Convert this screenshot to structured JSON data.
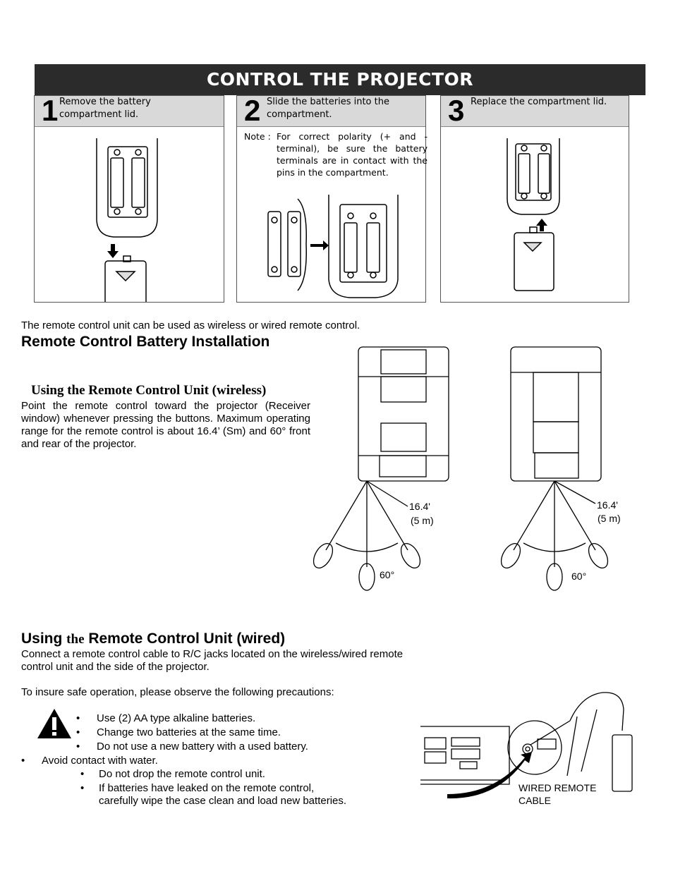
{
  "banner": {
    "title": "CONTROL THE PROJECTOR"
  },
  "steps": [
    {
      "number": "1",
      "text_line1": "Remove the battery",
      "text_line2": "compartment lid."
    },
    {
      "number": "2",
      "text_line1": "Slide the batteries into the",
      "text_line2": "compartment."
    },
    {
      "number": "3",
      "text_line1": "Replace the compartment lid.",
      "text_line2": ""
    }
  ],
  "note": {
    "label": "Note :",
    "text": "For correct polarity (+ and - terminal), be sure the battery terminals are in contact with the pins in the compartment."
  },
  "intro": "The remote control unit can be used as wireless or wired remote control.",
  "battery_heading": "Remote Control Battery Installation",
  "wireless": {
    "heading": "Using the Remote Control Unit (wireless)",
    "paragraph": "Point the remote control toward the projector (Receiver window) whenever pressing the buttons. Maximum operating range for the remote control is about 16.4’ (Sm) and 60° front and rear of the projector."
  },
  "diagram": {
    "distance_ft": "16.4'",
    "distance_m": "(5 m)",
    "angle": "60°"
  },
  "wired": {
    "heading_part1": "Using ",
    "heading_part2": "the",
    "heading_part3": " Remote Control Unit (wired)",
    "paragraph": "Connect a remote control cable to R/C jacks located on the wireless/wired remote control unit and the side of the projector.",
    "cable_label_line1": "WIRED REMOTE",
    "cable_label_line2": "CABLE"
  },
  "precautions": {
    "intro": "To insure safe operation, please observe the following precautions:",
    "items": [
      "Use (2) AA type alkaline batteries.",
      "Change two batteries at the same time.",
      "Do not use a new battery with a used battery.",
      "Avoid contact with water.",
      "Do not drop the remote control unit.",
      "If batteries have leaked on the remote control,",
      "carefully wipe the case clean and load new batteries."
    ],
    "bullet": "•"
  }
}
